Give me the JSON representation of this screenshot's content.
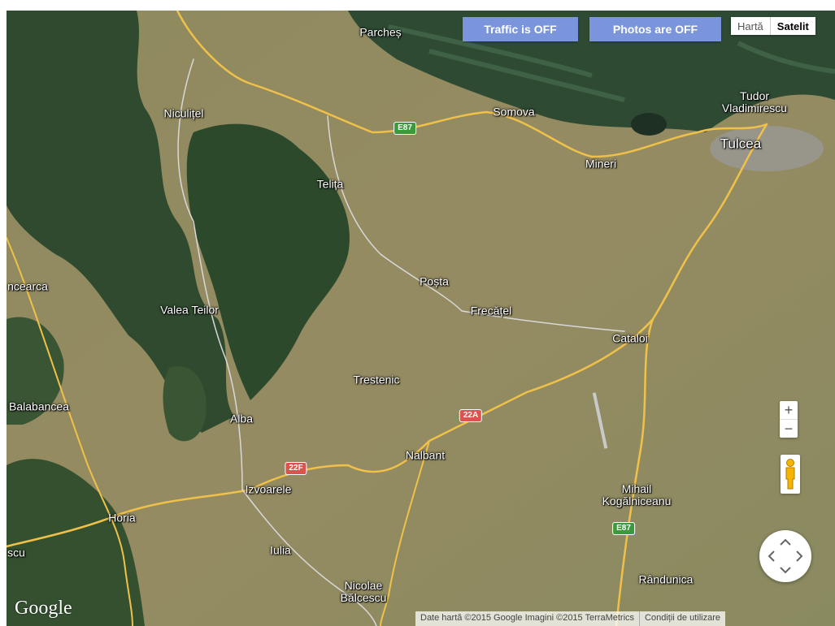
{
  "controls": {
    "traffic_label": "Traffic is OFF",
    "photos_label": "Photos are OFF",
    "map_type_options": [
      "Hartă",
      "Satelit"
    ],
    "zoom_in": "+",
    "zoom_out": "−"
  },
  "places": [
    {
      "name": "Parcheș"
    },
    {
      "name": "Niculițel"
    },
    {
      "name": "Somova"
    },
    {
      "name": "Tudor\nVladimirescu"
    },
    {
      "name": "Tulcea"
    },
    {
      "name": "Mineri"
    },
    {
      "name": "Telița"
    },
    {
      "name": "Poșta"
    },
    {
      "name": "Frecățel"
    },
    {
      "name": "ncearca"
    },
    {
      "name": "Valea Teilor"
    },
    {
      "name": "Cataloi"
    },
    {
      "name": "Trestenic"
    },
    {
      "name": "Balabancea"
    },
    {
      "name": "Alba"
    },
    {
      "name": "Nalbant"
    },
    {
      "name": "Izvoarele"
    },
    {
      "name": "Mihail\nKogălniceanu"
    },
    {
      "name": "Horia"
    },
    {
      "name": "Iulia"
    },
    {
      "name": "Nicolae\nBălcescu"
    },
    {
      "name": "Rândunica"
    },
    {
      "name": "scu"
    }
  ],
  "road_shields": [
    {
      "label": "E87",
      "color": "green"
    },
    {
      "label": "22A",
      "color": "red"
    },
    {
      "label": "22F",
      "color": "red"
    },
    {
      "label": "E87",
      "color": "green"
    }
  ],
  "branding": {
    "logo": "Google",
    "attribution": "Date hartă ©2015 Google Imagini ©2015 TerraMetrics",
    "terms": "Condiții de utilizare"
  }
}
